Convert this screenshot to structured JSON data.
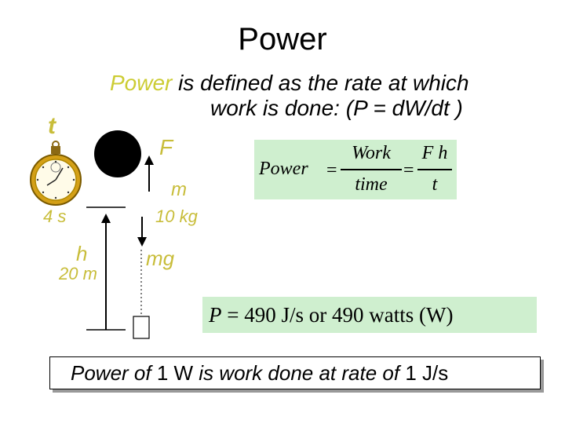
{
  "title": "Power",
  "definition": {
    "word": "Power",
    "rest_line1": " is defined as the rate at which",
    "line2": "work is done:  (P = dW/dt )"
  },
  "diagram": {
    "time_symbol": "t",
    "time_value": "4 s",
    "force_symbol": "F",
    "mass_symbol": "m",
    "mass_value": "10 kg",
    "height_symbol": "h",
    "height_value": "20 m",
    "weight_symbol": "mg"
  },
  "formula": {
    "lhs": "Power",
    "equals": "=",
    "num1": "Work",
    "den1": "time",
    "num2_F": "F",
    "num2_h": "h",
    "den2": "t"
  },
  "result": {
    "P": "P",
    "eq_value": " = 490 J/s   or   490 watts (W)"
  },
  "banner": {
    "part1": "Power of ",
    "value1": "1 W",
    "part2": " is work done at rate of ",
    "value2": "1 J/s"
  },
  "colors": {
    "highlight_olive": "#cccc33",
    "formula_background": "#cfefcf",
    "ball": "#000000",
    "stopwatch_gold": "#d4a017"
  }
}
